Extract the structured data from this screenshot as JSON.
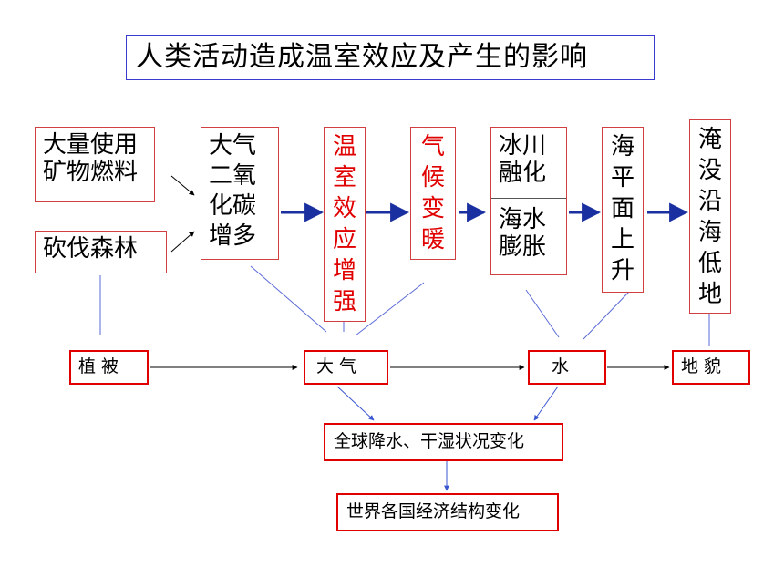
{
  "title": "人类活动造成温室效应及产生的影响",
  "causes": {
    "minerals": [
      "大量使用",
      "矿物燃料"
    ],
    "deforest": "砍伐森林"
  },
  "chain": {
    "co2": [
      "大气",
      "二氧",
      "化碳",
      "增多"
    ],
    "greenhouse": [
      "温",
      "室",
      "效",
      "应",
      "增",
      "强"
    ],
    "climate": [
      "气",
      "候",
      "变",
      "暖"
    ],
    "ice": [
      "冰川",
      "融化"
    ],
    "seawater": [
      "海水",
      "膨胀"
    ],
    "sealevel": [
      "海",
      "平",
      "面",
      "上",
      "升"
    ],
    "flood": [
      "淹",
      "没",
      "沿",
      "海",
      "低",
      "地"
    ]
  },
  "spheres": {
    "vegetation": "植  被",
    "atmosphere": "大  气",
    "water": "水",
    "landform": "地 貌"
  },
  "effects": {
    "precip": "全球降水、干湿状况变化",
    "economy": "世界各国经济结构变化"
  },
  "colors": {
    "border_blue": "#3a3ad0",
    "border_red": "#d04040",
    "red_text": "#e00000",
    "arrow_blue": "#1a2fa0"
  }
}
